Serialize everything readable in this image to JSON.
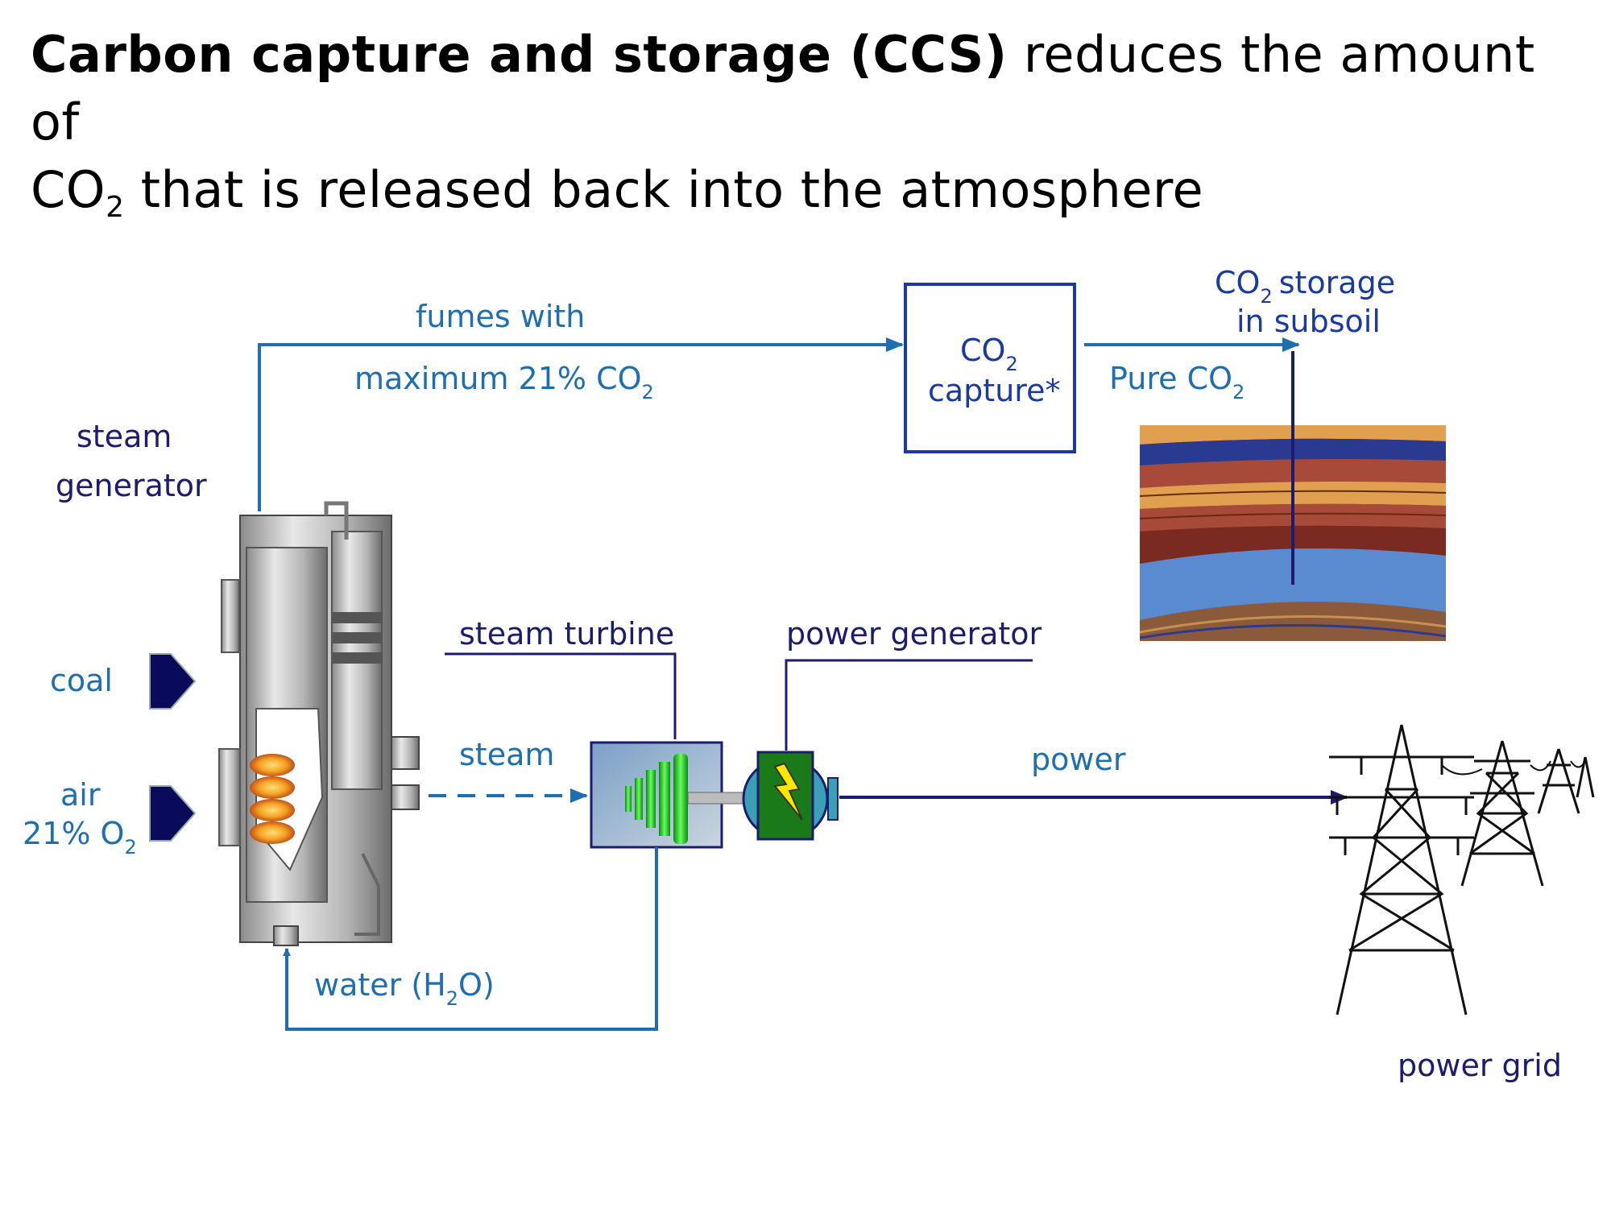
{
  "title": {
    "bold": "Carbon capture and storage (CCS)",
    "rest": "reduces the amount of",
    "line2_pre": "CO",
    "line2_sub": "2",
    "line2_post": "that is released back into the atmosphere"
  },
  "labels": {
    "fumes_line1": "fumes with",
    "fumes_line2": "maximum 21% CO",
    "fumes_sub": "2",
    "capture_line1": "CO",
    "capture_sub": "2",
    "capture_line2": "capture*",
    "storage_line1": "CO",
    "storage_sub": "2",
    "storage_line1b": "storage",
    "storage_line2": "in subsoil",
    "pure_co2": "Pure CO",
    "pure_sub": "2",
    "steam_generator_1": "steam",
    "steam_generator_2": "generator",
    "coal": "coal",
    "air_1": "air",
    "air_2": "21% O",
    "air_sub": "2",
    "steam_turbine": "steam turbine",
    "power_generator": "power generator",
    "steam": "steam",
    "power": "power",
    "water": "water (H",
    "water_sub": "2",
    "water_end": "O)",
    "power_grid": "power grid"
  },
  "colors": {
    "blue_line": "#1f6fb0",
    "navy_line": "#1c1c6e",
    "capture_box": "#1a3aa0"
  }
}
